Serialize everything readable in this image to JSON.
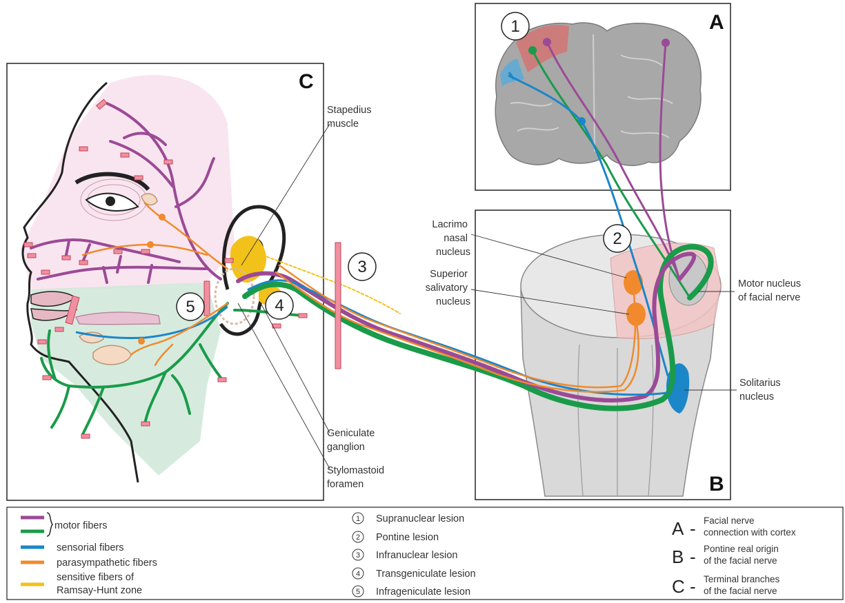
{
  "panels": {
    "A": "A",
    "B": "B",
    "C": "C"
  },
  "lesion_markers": [
    "1",
    "2",
    "3",
    "4",
    "5"
  ],
  "labels": {
    "stapedius": [
      "Stapedius",
      "muscle"
    ],
    "lacrimo": [
      "Lacrimo",
      "nasal",
      "nucleus"
    ],
    "salivatory": [
      "Superior",
      "salivatory",
      "nucleus"
    ],
    "motor_nucleus": [
      "Motor nucleus",
      "of facial nerve"
    ],
    "solitarius": [
      "Solitarius",
      "nucleus"
    ],
    "geniculate": [
      "Geniculate",
      "ganglion"
    ],
    "stylomastoid": [
      "Stylomastoid",
      "foramen"
    ]
  },
  "legend": {
    "fibers": [
      {
        "label": "motor fibers",
        "color": "#9b4a96"
      },
      {
        "label": "",
        "color": "#1a9b4a"
      },
      {
        "label": "sensorial fibers",
        "color": "#1b86c8"
      },
      {
        "label": "parasympathetic fibers",
        "color": "#f08a2c"
      },
      {
        "label": "sensitive fibers of",
        "label2": "Ramsay-Hunt zone",
        "color": "#f2c21b"
      }
    ],
    "lesions": [
      {
        "num": "1",
        "label": "Supranuclear lesion"
      },
      {
        "num": "2",
        "label": "Pontine lesion"
      },
      {
        "num": "3",
        "label": "Infranuclear lesion"
      },
      {
        "num": "4",
        "label": "Transgeniculate lesion"
      },
      {
        "num": "5",
        "label": "Infrageniculate lesion"
      }
    ],
    "panel_keys": [
      {
        "letter": "A",
        "dash": "-",
        "line1": "Facial nerve",
        "line2": "connection with cortex"
      },
      {
        "letter": "B",
        "dash": "-",
        "line1": "Pontine real origin",
        "line2": "of the facial nerve"
      },
      {
        "letter": "C",
        "dash": "-",
        "line1": "Terminal branches",
        "line2": "of the facial nerve"
      }
    ]
  }
}
